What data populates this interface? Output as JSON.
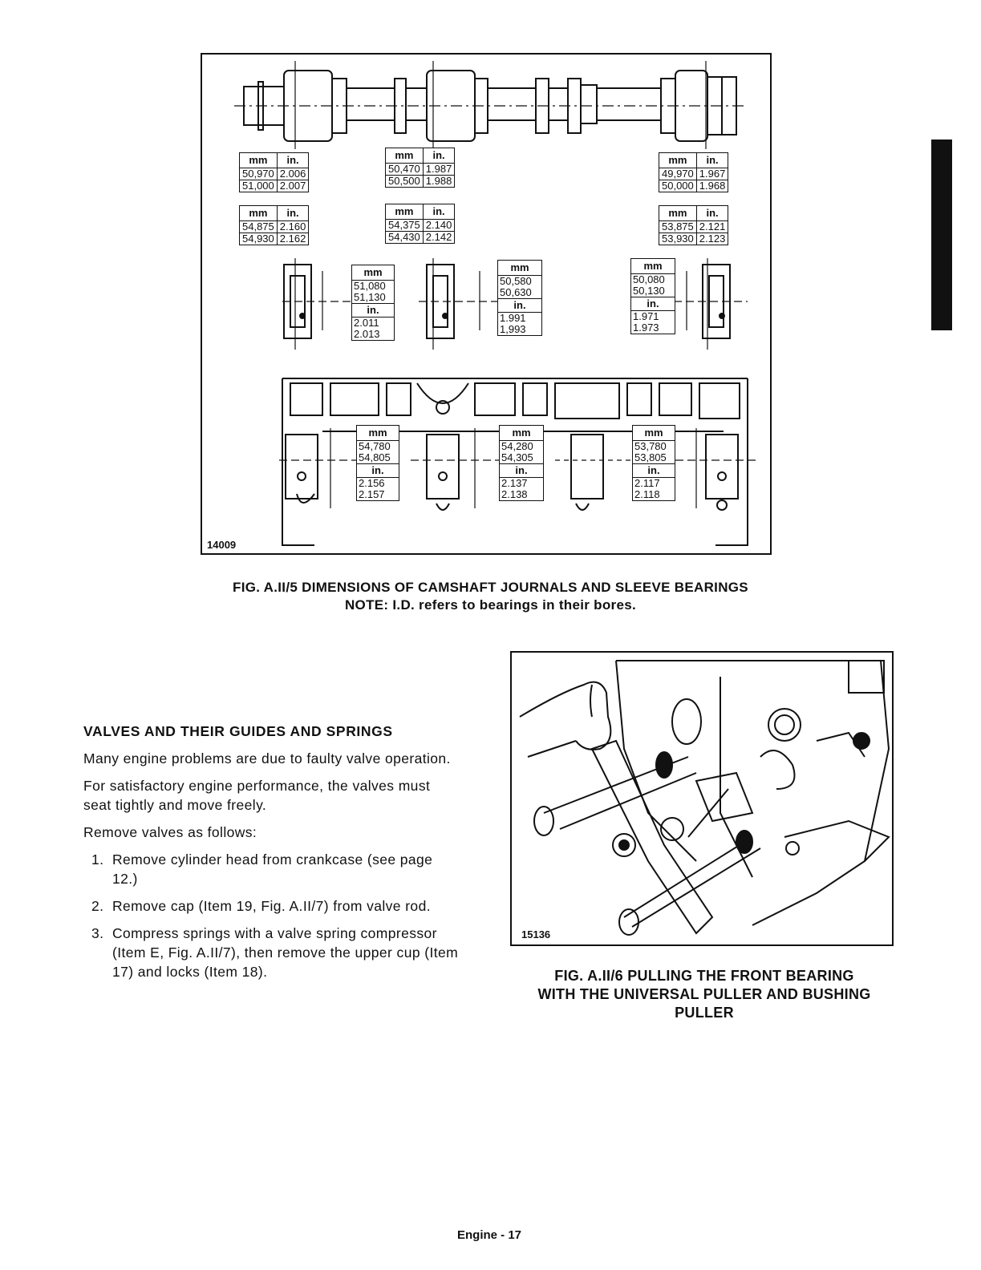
{
  "figure1": {
    "fig_number": "14009",
    "journal_tables": [
      {
        "mm_label": "mm",
        "in_label": "in.",
        "rows": [
          [
            "50,970",
            "2.006"
          ],
          [
            "51,000",
            "2.007"
          ]
        ]
      },
      {
        "mm_label": "mm",
        "in_label": "in.",
        "rows": [
          [
            "50,470",
            "1.987"
          ],
          [
            "50,500",
            "1.988"
          ]
        ]
      },
      {
        "mm_label": "mm",
        "in_label": "in.",
        "rows": [
          [
            "49,970",
            "1.967"
          ],
          [
            "50,000",
            "1.968"
          ]
        ]
      },
      {
        "mm_label": "mm",
        "in_label": "in.",
        "rows": [
          [
            "54,875",
            "2.160"
          ],
          [
            "54,930",
            "2.162"
          ]
        ]
      },
      {
        "mm_label": "mm",
        "in_label": "in.",
        "rows": [
          [
            "54,375",
            "2.140"
          ],
          [
            "54,430",
            "2.142"
          ]
        ]
      },
      {
        "mm_label": "mm",
        "in_label": "in.",
        "rows": [
          [
            "53,875",
            "2.121"
          ],
          [
            "53,930",
            "2.123"
          ]
        ]
      }
    ],
    "bearing_tables": [
      {
        "mm_label": "mm",
        "mm1": "51,080",
        "mm2": "51,130",
        "in_label": "in.",
        "in1": "2.011",
        "in2": "2.013"
      },
      {
        "mm_label": "mm",
        "mm1": "50,580",
        "mm2": "50,630",
        "in_label": "in.",
        "in1": "1.991",
        "in2": "1,993"
      },
      {
        "mm_label": "mm",
        "mm1": "50,080",
        "mm2": "50,130",
        "in_label": "in.",
        "in1": "1.971",
        "in2": "1.973"
      }
    ],
    "bore_tables": [
      {
        "mm_label": "mm",
        "mm1": "54,780",
        "mm2": "54,805",
        "in_label": "in.",
        "in1": "2.156",
        "in2": "2.157"
      },
      {
        "mm_label": "mm",
        "mm1": "54,280",
        "mm2": "54,305",
        "in_label": "in.",
        "in1": "2.137",
        "in2": "2.138"
      },
      {
        "mm_label": "mm",
        "mm1": "53,780",
        "mm2": "53,805",
        "in_label": "in.",
        "in1": "2.117",
        "in2": "2.118"
      }
    ],
    "caption_line1": "FIG. A.II/5 DIMENSIONS OF CAMSHAFT JOURNALS AND SLEEVE BEARINGS",
    "caption_line2": "NOTE: I.D. refers to bearings in their bores."
  },
  "section": {
    "heading": "VALVES AND THEIR GUIDES AND SPRINGS",
    "paragraphs": [
      "Many engine problems are due to faulty valve operation.",
      "For satisfactory engine performance, the valves must seat tightly and move freely.",
      "Remove valves as follows:"
    ],
    "steps": [
      {
        "num": "1.",
        "text": "Remove cylinder head from crankcase (see page 12.)"
      },
      {
        "num": "2.",
        "text": "Remove cap (Item 19, Fig. A.II/7) from valve rod."
      },
      {
        "num": "3.",
        "text": "Compress springs with a valve spring compressor (Item E, Fig. A.II/7), then remove the upper cup (Item 17) and locks (Item 18)."
      }
    ]
  },
  "figure2": {
    "fig_number": "15136",
    "caption_line1": "FIG. A.II/6 PULLING THE FRONT BEARING",
    "caption_line2": "WITH THE UNIVERSAL PULLER AND BUSHING",
    "caption_line3": "PULLER"
  },
  "footer": {
    "page_label": "Engine - 17"
  }
}
